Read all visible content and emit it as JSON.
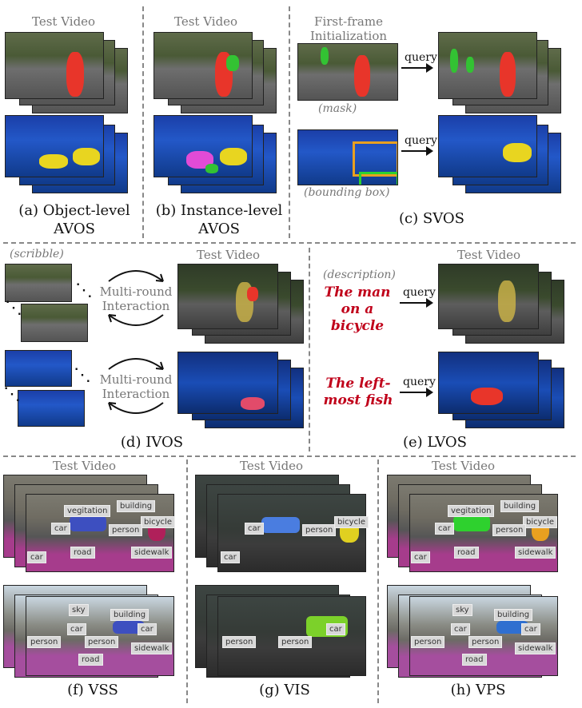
{
  "labels": {
    "test_video": "Test Video",
    "first_frame": "First-frame Initialization",
    "mask": "(mask)",
    "bounding_box": "(bounding box)",
    "query": "query",
    "scribble": "(scribble)",
    "multi_round": "Multi-round Interaction",
    "description": "(description)"
  },
  "descriptions": {
    "man_bicycle": "The man on a bicycle",
    "left_fish": "The left-most fish"
  },
  "captions": {
    "a": "(a) Object-level AVOS",
    "b": "(b) Instance-level AVOS",
    "c": "(c) SVOS",
    "d": "(d) IVOS",
    "e": "(e) LVOS",
    "f": "(f) VSS",
    "g": "(g) VIS",
    "h": "(h) VPS"
  },
  "seg_tags": {
    "vegitation": "vegitation",
    "building": "building",
    "bicycle": "bicycle",
    "car": "car",
    "person": "person",
    "road": "road",
    "sidewalk": "sidewalk",
    "sky": "sky"
  },
  "colors": {
    "object_mask": "#e8352a",
    "instance_green": "#33c233",
    "instance_magenta": "#e24bd6",
    "fish_yellow": "#e8d520",
    "box_orange": "#e8a020",
    "box_green": "#2ed12e",
    "description_red": "#c0001a",
    "vis_blue": "#4a7de0",
    "vis_yellow": "#e0d020",
    "vis_green": "#7cd12a"
  }
}
